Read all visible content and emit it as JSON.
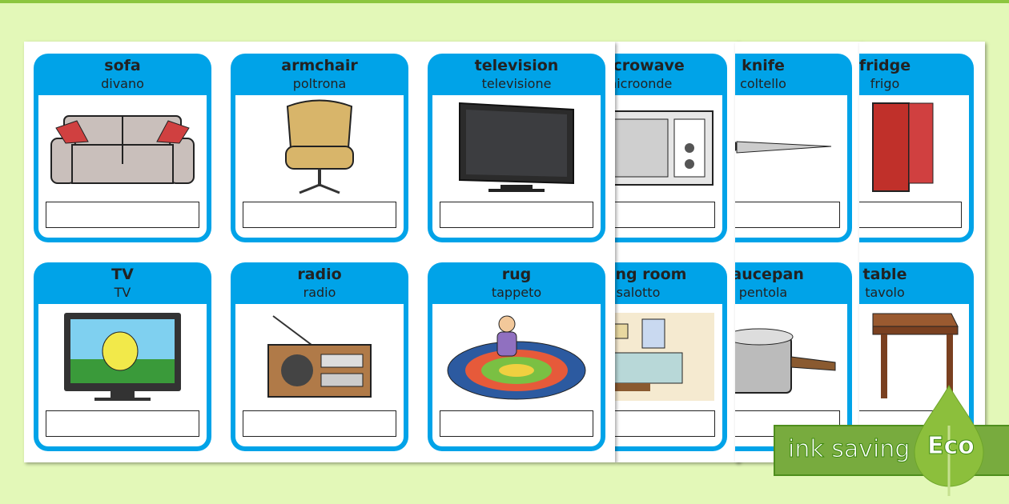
{
  "sheets": [
    {
      "cards": [
        {
          "en": "sofa",
          "it": "divano",
          "icon": "sofa"
        },
        {
          "en": "armchair",
          "it": "poltrona",
          "icon": "armchair"
        },
        {
          "en": "television",
          "it": "televisione",
          "icon": "television"
        },
        {
          "en": "TV",
          "it": "TV",
          "icon": "tv-cartoon"
        },
        {
          "en": "radio",
          "it": "radio",
          "icon": "radio"
        },
        {
          "en": "rug",
          "it": "tappeto",
          "icon": "rug"
        }
      ]
    },
    {
      "cards": [
        {
          "en": "microwave",
          "it": "microonde",
          "icon": "microwave"
        },
        {
          "en": "living room",
          "it": "salotto",
          "icon": "living-room"
        }
      ]
    },
    {
      "cards": [
        {
          "en": "knife",
          "it": "coltello",
          "icon": "knife"
        },
        {
          "en": "saucepan",
          "it": "pentola",
          "icon": "saucepan"
        }
      ]
    },
    {
      "cards": [
        {
          "en": "fridge",
          "it": "frigo",
          "icon": "fridge"
        },
        {
          "en": "table",
          "it": "tavolo",
          "icon": "table"
        }
      ]
    }
  ],
  "badge": {
    "label": "ink saving",
    "eco": "Eco"
  },
  "colors": {
    "card": "#00a3e8",
    "background": "#e3f8b8",
    "badge": "#78ab3e"
  }
}
